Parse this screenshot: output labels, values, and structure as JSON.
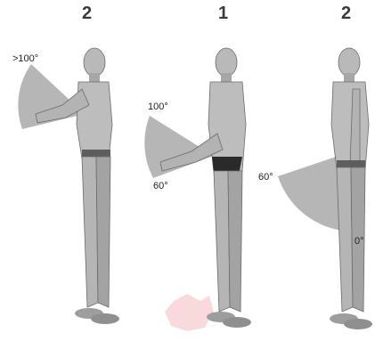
{
  "panels": [
    {
      "number": "2",
      "angle_labels": [
        ">100°"
      ]
    },
    {
      "number": "1",
      "angle_labels": [
        "100°",
        "60°"
      ]
    },
    {
      "number": "2",
      "angle_labels": [
        "60°",
        "0°"
      ]
    }
  ],
  "colors": {
    "figure": "#b9b9b9",
    "figure_shade": "#8f8f8f",
    "figure_dark": "#5e5e5e",
    "sector": "#a9a9a9",
    "belt": "#2a2a2a",
    "watermark": "#f2b9c0"
  }
}
